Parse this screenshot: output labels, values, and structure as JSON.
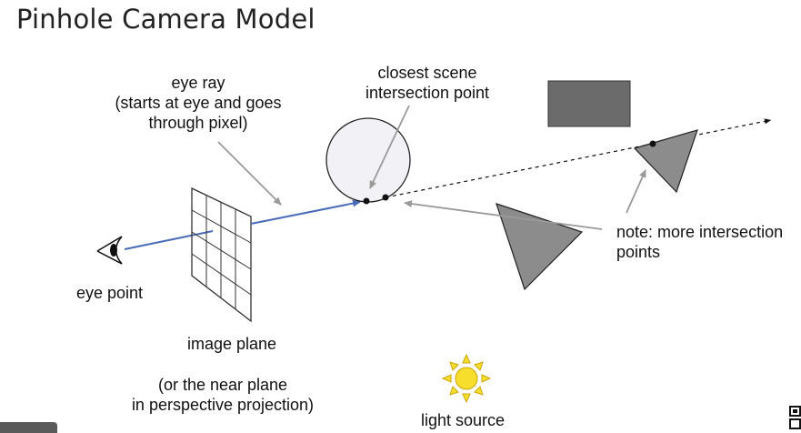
{
  "title": "Pinhole Camera Model",
  "labels": {
    "eye_ray": [
      "eye ray",
      "(starts at eye and goes",
      "through pixel)"
    ],
    "closest_intersection": [
      "closest scene",
      "intersection point"
    ],
    "eye_point": "eye point",
    "image_plane": "image plane",
    "near_plane": [
      "(or the near plane",
      "in perspective projection)"
    ],
    "more_intersections": [
      "note: more intersection",
      "points"
    ],
    "light_source": "light source"
  },
  "colors": {
    "eye_ray": "#4a6bb8",
    "pointer_arrow": "#9a9a9a",
    "rectangle_fill": "#6b6b6b",
    "triangle_fill": "#8c8c8c",
    "sphere_fill": "#f2f1f5",
    "sun_fill": "#f7dd2c",
    "sun_stroke": "#c9a70a"
  }
}
